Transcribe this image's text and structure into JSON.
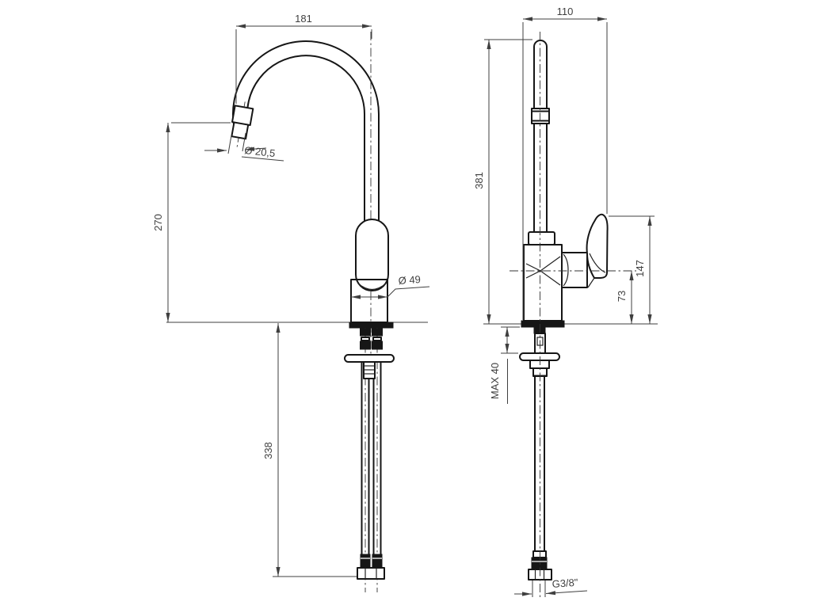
{
  "colors": {
    "background": "#ffffff",
    "outline": "#161616",
    "dimension_lines": "#3f3f3f",
    "text": "#3f3f3f"
  },
  "drawing": {
    "kind": "technical dimensional drawing",
    "subject": "single-lever sink mixer tap with gooseneck spout, front view and side view"
  },
  "dims": {
    "spout_reach": "181",
    "side_width": "110",
    "outlet_height": "270",
    "outlet_diameter": "Ø 20,5",
    "body_diameter": "Ø 49",
    "hose_length": "338",
    "total_height": "381",
    "handle_top_height": "147",
    "handle_axis_height": "73",
    "max_deck_thickness": "MAX 40",
    "thread_size": "G3/8\""
  }
}
